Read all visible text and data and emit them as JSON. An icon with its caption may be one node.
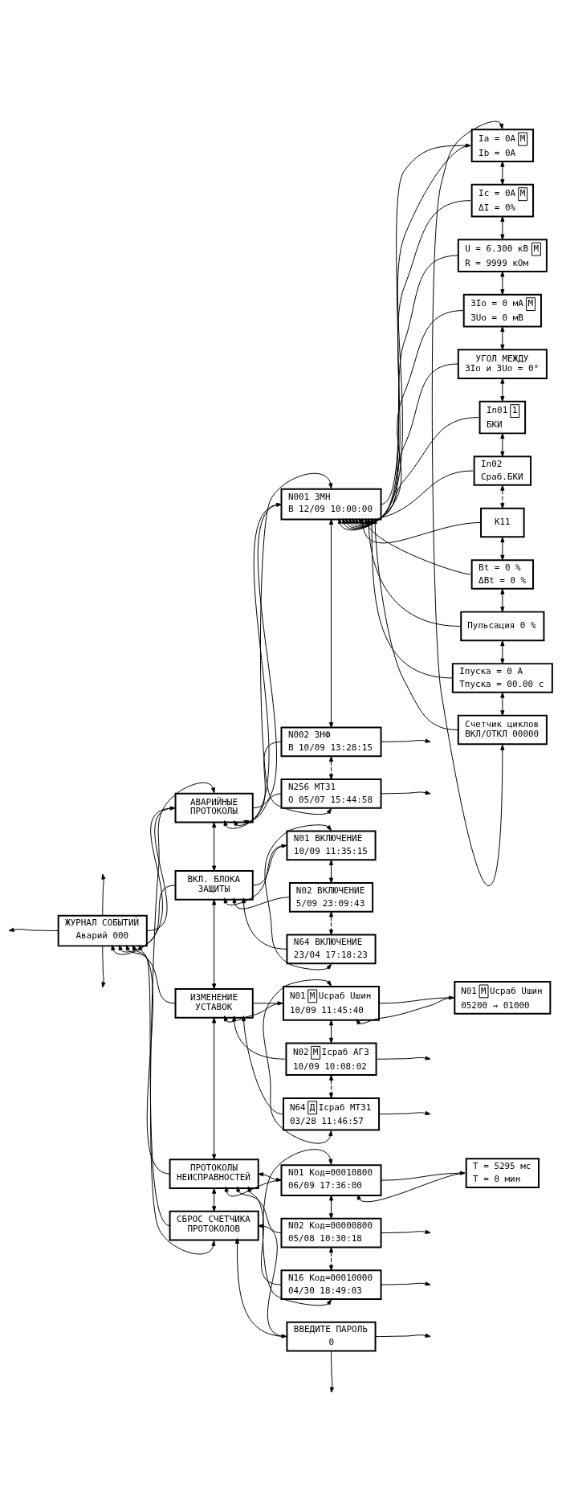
{
  "diagram": {
    "nodes": [
      {
        "text": [
          "ЖУРНАЛ СОБЫТИЙ",
          "Аварий 000"
        ]
      },
      {
        "text": [
          "АВАРИЙНЫЕ ПРОТОКОЛЫ"
        ]
      },
      {
        "text": [
          "N001 ЗМН",
          "В 12/09 10:00:00"
        ]
      },
      {
        "text": [
          "Ia = 0A",
          "Ib = 0A",
          "М"
        ]
      },
      {
        "text": [
          "N002 ЗНФ",
          "В 10/09 13:28:15"
        ]
      },
      {
        "text": [
          "Ic = 0A",
          "ΔI = 0%",
          "М"
        ]
      },
      {
        "text": [
          "U = 6.300 кВ",
          "R = 9999 кОм",
          "М"
        ]
      },
      {
        "text": [
          "N256 МТЗ1",
          "О 05/07 15:44:58"
        ]
      },
      {
        "text": [
          "3Io = 0 мА",
          "3Uo = 0 мВ",
          "М"
        ]
      },
      {
        "text": [
          "УГОЛ МЕЖДУ 3Io и 3Uo = 0°"
        ]
      },
      {
        "text": [
          "In01",
          "БКИ",
          "1"
        ]
      },
      {
        "text": [
          "In02",
          "Сраб.БКИ"
        ]
      },
      {
        "text": [
          "K11"
        ]
      },
      {
        "text": [
          "Bt = 0 %",
          "ΔBt = 0 %"
        ]
      },
      {
        "text": [
          "Пульсация 0 %"
        ]
      },
      {
        "text": [
          "Iпуска = 0 A",
          "Tпуска = 00.00 с"
        ]
      },
      {
        "text": [
          "Счетчик циклов ВКЛ/ОТКЛ 00000"
        ]
      },
      {
        "text": [
          "ВКЛ. БЛОКА ЗАЩИТЫ"
        ]
      },
      {
        "text": [
          "N01 ВКЛЮЧЕНИЕ",
          "10/09 11:35:15"
        ]
      },
      {
        "text": [
          "N02 ВКЛЮЧЕНИЕ",
          "5/09 23:09:43"
        ]
      },
      {
        "text": [
          "N64 ВКЛЮЧЕНИЕ",
          "23/04 17:18:23"
        ]
      },
      {
        "text": [
          "ИЗМЕНЕНИЕ УСТАВОК"
        ]
      },
      {
        "text": [
          "N01",
          "М",
          "Uсраб Uшин",
          "10/09 11:45:40"
        ]
      },
      {
        "text": [
          "N01",
          "М",
          "Uсраб Uшин",
          "05200 → 01000"
        ]
      },
      {
        "text": [
          "N02",
          "М",
          "Iсраб АГЗ",
          "10/09 10:08:02"
        ]
      },
      {
        "text": [
          "N64",
          "Д",
          "Iсраб МТЗ1",
          "03/28 11:46:57"
        ]
      },
      {
        "text": [
          "ПРОТОКОЛЫ НЕИСПРАВНОСТЕЙ"
        ]
      },
      {
        "text": [
          "N01 Код=00010800",
          "06/09 17:36:00"
        ]
      },
      {
        "text": [
          "T = 5295 мс",
          "T = 0 мин"
        ]
      },
      {
        "text": [
          "N02 Код=00000800",
          "05/08 10:30:18"
        ]
      },
      {
        "text": [
          "N16 Код=00010000",
          "04/30 18:49:03"
        ]
      },
      {
        "text": [
          "СБРОС СЧЕТЧИКА ПРОТОКОЛОВ"
        ]
      },
      {
        "text": [
          "ВВЕДИТЕ ПАРОЛЬ",
          "0"
        ]
      }
    ],
    "edges": [
      {
        "from": 0,
        "to": 1,
        "arrow": "to"
      },
      {
        "from": 0,
        "to": null,
        "arrow": "to"
      },
      {
        "from": 0,
        "to": null,
        "arrow": "to"
      },
      {
        "from": 0,
        "to": null,
        "arrow": "to"
      },
      {
        "from": 1,
        "to": 0,
        "arrow": "to"
      },
      {
        "from": 17,
        "to": 0,
        "arrow": "to"
      },
      {
        "from": 21,
        "to": 0,
        "arrow": "to"
      },
      {
        "from": 26,
        "to": 0,
        "arrow": "to"
      },
      {
        "from": 31,
        "to": 0,
        "arrow": "to"
      },
      {
        "from": 1,
        "to": 17,
        "arrow": "both"
      },
      {
        "from": 17,
        "to": 21,
        "arrow": "both"
      },
      {
        "from": 21,
        "to": 26,
        "arrow": "both"
      },
      {
        "from": 26,
        "to": 31,
        "arrow": "both"
      },
      {
        "from": 1,
        "to": 31,
        "arrow": "both"
      },
      {
        "from": 1,
        "to": 2,
        "arrow": "to"
      },
      {
        "from": 2,
        "to": 1,
        "arrow": "to"
      },
      {
        "from": 4,
        "to": 1,
        "arrow": "to"
      },
      {
        "from": 7,
        "to": 1,
        "arrow": "to"
      },
      {
        "from": 2,
        "to": 4,
        "arrow": "both"
      },
      {
        "from": 4,
        "to": 7,
        "arrow": "both",
        "style": "dashed"
      },
      {
        "from": 2,
        "to": 7,
        "arrow": "both"
      },
      {
        "from": 2,
        "to": 3,
        "arrow": "to"
      },
      {
        "from": 4,
        "to": null,
        "arrow": "to"
      },
      {
        "from": 7,
        "to": null,
        "arrow": "to"
      },
      {
        "from": 3,
        "to": 5,
        "arrow": "both"
      },
      {
        "from": 5,
        "to": 6,
        "arrow": "both"
      },
      {
        "from": 6,
        "to": 8,
        "arrow": "both"
      },
      {
        "from": 8,
        "to": 9,
        "arrow": "both"
      },
      {
        "from": 9,
        "to": 10,
        "arrow": "both"
      },
      {
        "from": 10,
        "to": 11,
        "arrow": "both"
      },
      {
        "from": 11,
        "to": 12,
        "arrow": "both",
        "style": "dashed"
      },
      {
        "from": 12,
        "to": 13,
        "arrow": "both"
      },
      {
        "from": 13,
        "to": 14,
        "arrow": "both"
      },
      {
        "from": 14,
        "to": 15,
        "arrow": "both"
      },
      {
        "from": 15,
        "to": 16,
        "arrow": "both"
      },
      {
        "from": 3,
        "to": 16,
        "arrow": "both"
      },
      {
        "from": 3,
        "to": 2,
        "arrow": "to"
      },
      {
        "from": 5,
        "to": 2,
        "arrow": "to"
      },
      {
        "from": 6,
        "to": 2,
        "arrow": "to"
      },
      {
        "from": 8,
        "to": 2,
        "arrow": "to"
      },
      {
        "from": 9,
        "to": 2,
        "arrow": "to"
      },
      {
        "from": 10,
        "to": 2,
        "arrow": "to"
      },
      {
        "from": 11,
        "to": 2,
        "arrow": "to"
      },
      {
        "from": 12,
        "to": 2,
        "arrow": "to"
      },
      {
        "from": 13,
        "to": 2,
        "arrow": "to"
      },
      {
        "from": 14,
        "to": 2,
        "arrow": "to"
      },
      {
        "from": 15,
        "to": 2,
        "arrow": "to"
      },
      {
        "from": 16,
        "to": 2,
        "arrow": "to"
      },
      {
        "from": 17,
        "to": 18,
        "arrow": "to"
      },
      {
        "from": 18,
        "to": 17,
        "arrow": "to"
      },
      {
        "from": 19,
        "to": 17,
        "arrow": "to"
      },
      {
        "from": 20,
        "to": 17,
        "arrow": "to"
      },
      {
        "from": 18,
        "to": 19,
        "arrow": "both"
      },
      {
        "from": 19,
        "to": 20,
        "arrow": "both",
        "style": "dashed"
      },
      {
        "from": 18,
        "to": 20,
        "arrow": "both"
      },
      {
        "from": 21,
        "to": 22,
        "arrow": "to"
      },
      {
        "from": 22,
        "to": 23,
        "arrow": "to"
      },
      {
        "from": 23,
        "to": 22,
        "arrow": "to"
      },
      {
        "from": 22,
        "to": 24,
        "arrow": "both"
      },
      {
        "from": 24,
        "to": 25,
        "arrow": "both",
        "style": "dashed"
      },
      {
        "from": 22,
        "to": 25,
        "arrow": "both"
      },
      {
        "from": 24,
        "to": null,
        "arrow": "to"
      },
      {
        "from": 25,
        "to": null,
        "arrow": "to"
      },
      {
        "from": 22,
        "to": 21,
        "arrow": "to"
      },
      {
        "from": 24,
        "to": 21,
        "arrow": "to"
      },
      {
        "from": 25,
        "to": 21,
        "arrow": "to"
      },
      {
        "from": 26,
        "to": 27,
        "arrow": "both"
      },
      {
        "from": 27,
        "to": 28,
        "arrow": "to"
      },
      {
        "from": 28,
        "to": 27,
        "arrow": "to"
      },
      {
        "from": 27,
        "to": 29,
        "arrow": "both"
      },
      {
        "from": 29,
        "to": 30,
        "arrow": "both",
        "style": "dashed"
      },
      {
        "from": 27,
        "to": 30,
        "arrow": "both"
      },
      {
        "from": 29,
        "to": null,
        "arrow": "to"
      },
      {
        "from": 30,
        "to": null,
        "arrow": "to"
      },
      {
        "from": 27,
        "to": 26,
        "arrow": "to"
      },
      {
        "from": 29,
        "to": 26,
        "arrow": "to"
      },
      {
        "from": 30,
        "to": 26,
        "arrow": "to"
      },
      {
        "from": 31,
        "to": 32,
        "arrow": "both"
      },
      {
        "from": 32,
        "to": null,
        "arrow": "to"
      },
      {
        "from": 32,
        "to": 31,
        "arrow": "to"
      },
      {
        "from": 32,
        "to": null,
        "arrow": "to"
      }
    ]
  }
}
